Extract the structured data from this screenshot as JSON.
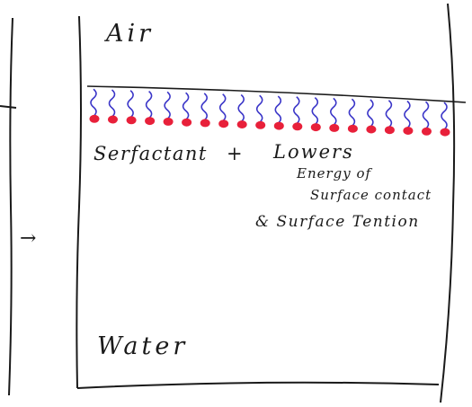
{
  "labels": {
    "air": "Air",
    "surfactant": "Serfactant",
    "lowers": "Lowers",
    "line1": "Energy of",
    "line2": "Surface contact",
    "line3": "& Surface Tention",
    "water": "Water",
    "margin_mark": "→"
  },
  "colors": {
    "ink": "#1a1a1a",
    "tail": "#3a35c8",
    "head": "#e8203a"
  },
  "molecules": {
    "count": 20
  }
}
